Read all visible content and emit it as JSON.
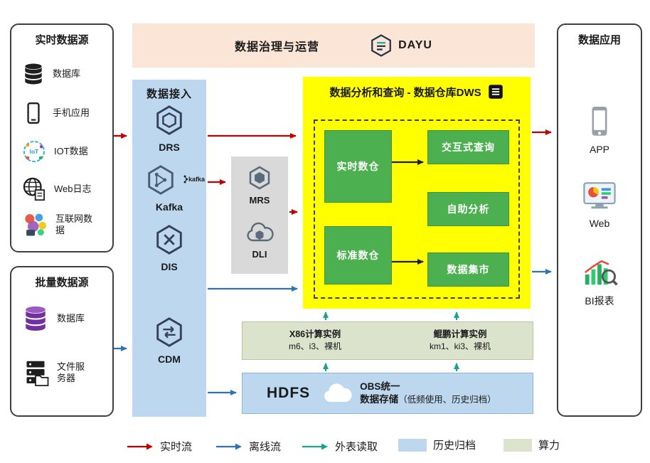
{
  "colors": {
    "realtime_flow": "#C00000",
    "offline_flow": "#2E74B5",
    "external_read": "#1AA28E",
    "archive_fill": "#BDD7EE",
    "compute_fill": "#DCE3CC",
    "dws_fill": "#FFFF00",
    "module_green": "#4CB050",
    "governance_fill": "#FBE5D6",
    "ingestion_fill": "#BDD7EE"
  },
  "realtime_sources": {
    "title": "实时数据源",
    "items": [
      {
        "label": "数据库",
        "icon": "database-icon"
      },
      {
        "label": "手机应用",
        "icon": "phone-icon"
      },
      {
        "label": "IOT数据",
        "icon": "iot-icon"
      },
      {
        "label": "Web日志",
        "icon": "web-log-icon"
      },
      {
        "label": "互联网数据",
        "icon": "internet-data-icon"
      }
    ]
  },
  "batch_sources": {
    "title": "批量数据源",
    "items": [
      {
        "label": "数据库",
        "icon": "database-purple-icon"
      },
      {
        "label": "文件服务器",
        "icon": "file-server-icon"
      }
    ]
  },
  "governance": {
    "title": "数据治理与运营",
    "logo_text": "DAYU"
  },
  "ingestion": {
    "title": "数据接入",
    "items": [
      "DRS",
      "Kafka",
      "DIS",
      "CDM"
    ],
    "kafka_logo_text": "kafka"
  },
  "middleware": {
    "items": [
      "MRS",
      "DLI"
    ]
  },
  "dws": {
    "title": "数据分析和查询 - 数据仓库DWS",
    "warehouses": [
      "实时数仓",
      "标准数仓"
    ],
    "services": [
      "交互式查询",
      "自助分析",
      "数据集市"
    ]
  },
  "compute": {
    "instances": [
      {
        "name": "X86计算实例",
        "models": "m6、i3、裸机"
      },
      {
        "name": "鲲鹏计算实例",
        "models": "km1、ki3、裸机"
      }
    ]
  },
  "storage": {
    "hdfs_label": "HDFS",
    "obs_line1": "OBS统一",
    "obs_line2": "数据存储",
    "obs_note": "（低频使用、历史归档）"
  },
  "applications": {
    "title": "数据应用",
    "items": [
      "APP",
      "Web",
      "BI报表"
    ]
  },
  "legend": {
    "items": [
      {
        "label": "实时流",
        "type": "arrow",
        "color": "#C00000"
      },
      {
        "label": "离线流",
        "type": "arrow",
        "color": "#2E74B5"
      },
      {
        "label": "外表读取",
        "type": "arrow",
        "color": "#1AA28E"
      },
      {
        "label": "历史归档",
        "type": "box",
        "color": "#BDD7EE"
      },
      {
        "label": "算力",
        "type": "box",
        "color": "#DCE3CC"
      }
    ]
  }
}
